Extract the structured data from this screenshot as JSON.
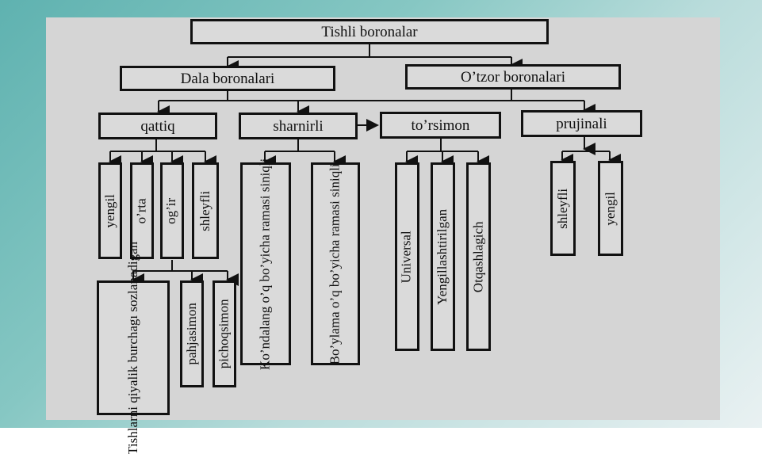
{
  "diagram": {
    "root": "Tishli boronalar",
    "level1": [
      "Dala boronalari",
      "O’tzor boronalari"
    ],
    "level2": [
      "qattiq",
      "sharnirli",
      "to’rsimon",
      "prujinali"
    ],
    "qattiq_children": [
      "yengil",
      "o’rta",
      "og’ir",
      "shleyfli"
    ],
    "ogir_children": [
      "Tishlarni qiyalik\nburchagı\nsozlanadigan",
      "pahjasimon",
      "pichoqsimon"
    ],
    "sharnirli_children": [
      "Ko’ndalang o’q bo’yicha\nramasi siniqli",
      "Bo’ylama o’q bo’yicha\nramasi siniqli"
    ],
    "torsimon_children": [
      "Universal",
      "Yengillashtirilgan",
      "Otqashlagich"
    ],
    "prujinali_children": [
      "shleyfli",
      "yengil"
    ]
  },
  "colors": {
    "background": "#7fc2bf",
    "panel": "#d5d5d5",
    "box_border": "#111111"
  }
}
